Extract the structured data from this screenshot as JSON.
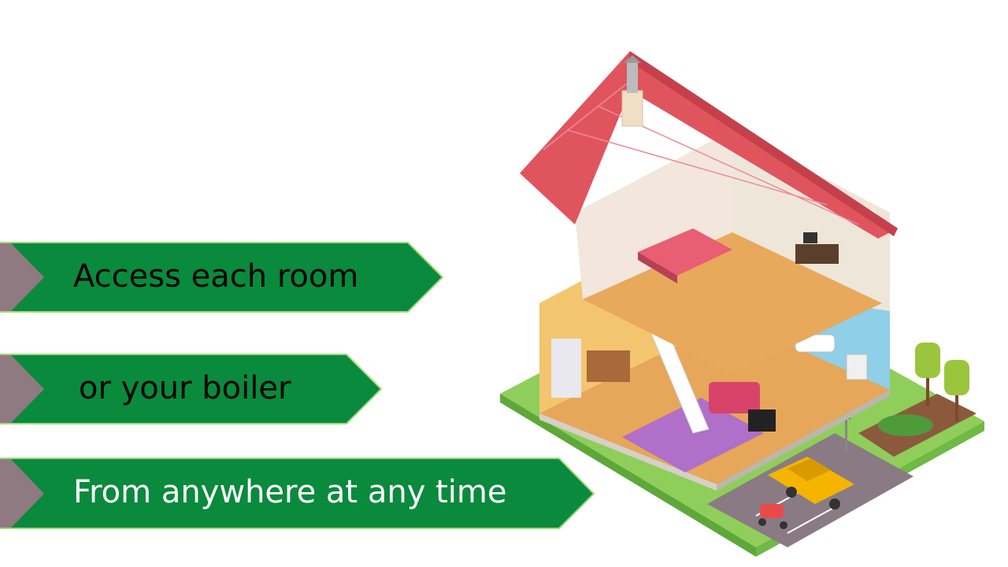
{
  "slide": {
    "banners": [
      {
        "text": "Access each room"
      },
      {
        "text": "or your boiler"
      },
      {
        "text": "From anywhere at any time"
      }
    ]
  },
  "colors": {
    "banner_green": "#0a8a3c",
    "banner_edge": "#9fd27a",
    "arrow_tab": "#8e7a80",
    "roof": "#e0545e",
    "lawn": "#8fce5a",
    "parking": "#8a7a84"
  }
}
